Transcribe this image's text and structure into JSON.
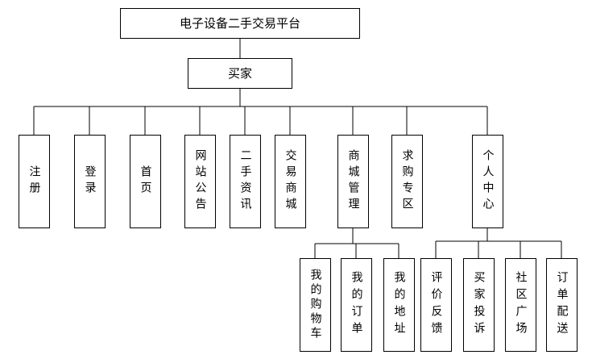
{
  "root": {
    "label": "电子设备二手交易平台"
  },
  "buyer": {
    "label": "买家"
  },
  "level2": [
    {
      "label": "注册"
    },
    {
      "label": "登录"
    },
    {
      "label": "首页"
    },
    {
      "label": "网站公告"
    },
    {
      "label": "二手资讯"
    },
    {
      "label": "交易商城"
    },
    {
      "label": "商城管理"
    },
    {
      "label": "求购专区"
    },
    {
      "label": "个人中心"
    }
  ],
  "mall_management": [
    {
      "label": "我的购物车"
    },
    {
      "label": "我的订单"
    },
    {
      "label": "我的地址"
    }
  ],
  "personal_center": [
    {
      "label": "评价反馈"
    },
    {
      "label": "买家投诉"
    },
    {
      "label": "社区广场"
    },
    {
      "label": "订单配送"
    }
  ]
}
